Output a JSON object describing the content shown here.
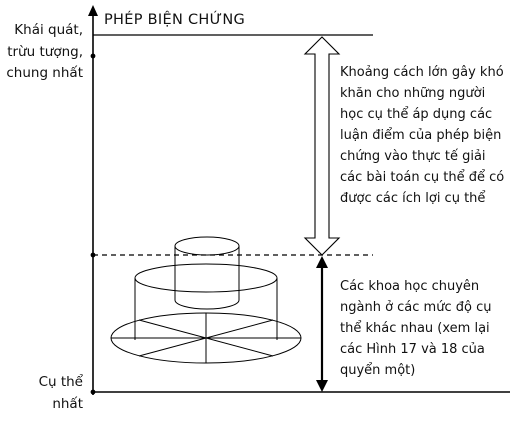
{
  "top_label_lines": [
    "Khái quát,",
    "trừu tượng,",
    "chung nhất"
  ],
  "bottom_label_lines": [
    "Cụ thể",
    "nhất"
  ],
  "title": "PHÉP BIỆN CHỨNG",
  "gap_text_lines": [
    "Khoảng cách lớn gây khó",
    "khăn cho những người",
    "học cụ thể áp dụng các",
    "luận điểm của phép biện",
    "chứng vào thực tế giải",
    "các bài toán cụ thể để có",
    "được các ích lợi cụ thể"
  ],
  "sciences_text_lines": [
    "Các khoa học chuyên",
    "ngành ở các mức độ cụ",
    "thể khác nhau (xem lại",
    "các Hình 17 và 18 của",
    "quyển một)"
  ]
}
